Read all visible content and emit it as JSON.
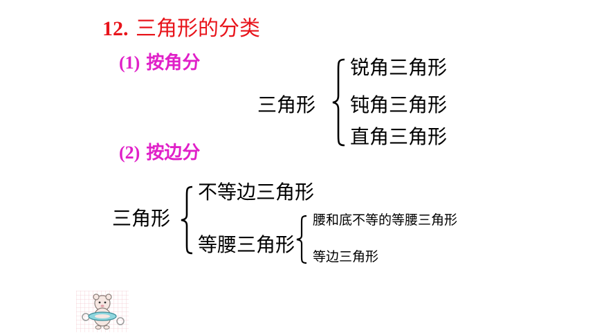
{
  "title": {
    "number": "12.",
    "text": "三角形的分类"
  },
  "by_angle": {
    "label_paren": "(1)",
    "label_text": "按角分",
    "root": "三角形",
    "items": [
      "锐角三角形",
      "钝角三角形",
      "直角三角形"
    ]
  },
  "by_side": {
    "label_paren": "(2)",
    "label_text": "按边分",
    "root": "三角形",
    "scalene": "不等边三角形",
    "isosceles": "等腰三角形",
    "isosceles_subtypes": [
      "腰和底不等的等腰三角形",
      "等边三角形"
    ]
  },
  "colors": {
    "title": "#e8141b",
    "section_label": "#e020c8",
    "text": "#000000"
  },
  "icons": {
    "mascot": "cartoon-mascot-icon"
  }
}
